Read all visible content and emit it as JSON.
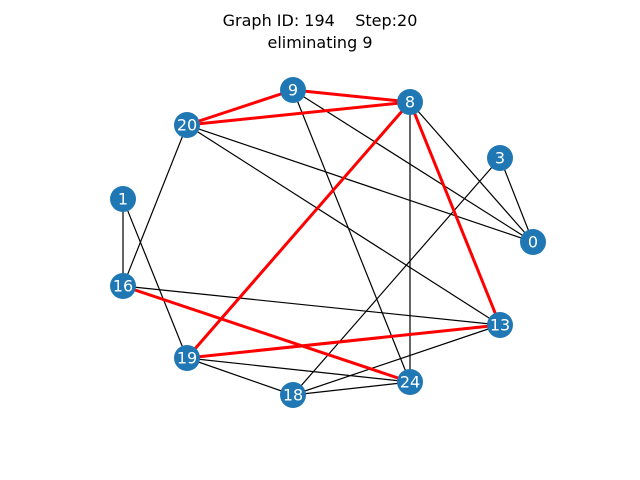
{
  "title": {
    "graph_id": "Graph ID: 194",
    "step": "Step:20",
    "subtitle": "eliminating 9"
  },
  "colors": {
    "node": "#1f77b4",
    "edge": "#000000",
    "highlight": "#ff0000",
    "label": "#ffffff"
  },
  "nodes": [
    {
      "id": "0",
      "label": "0"
    },
    {
      "id": "1",
      "label": "1"
    },
    {
      "id": "3",
      "label": "3"
    },
    {
      "id": "8",
      "label": "8"
    },
    {
      "id": "9",
      "label": "9"
    },
    {
      "id": "13",
      "label": "13"
    },
    {
      "id": "16",
      "label": "16"
    },
    {
      "id": "18",
      "label": "18"
    },
    {
      "id": "19",
      "label": "19"
    },
    {
      "id": "20",
      "label": "20"
    },
    {
      "id": "24",
      "label": "24"
    }
  ],
  "edges": [
    {
      "source": "9",
      "target": "0",
      "highlighted": false
    },
    {
      "source": "9",
      "target": "24",
      "highlighted": false
    },
    {
      "source": "8",
      "target": "0",
      "highlighted": false
    },
    {
      "source": "8",
      "target": "24",
      "highlighted": false
    },
    {
      "source": "20",
      "target": "0",
      "highlighted": false
    },
    {
      "source": "20",
      "target": "13",
      "highlighted": false
    },
    {
      "source": "20",
      "target": "16",
      "highlighted": false
    },
    {
      "source": "3",
      "target": "0",
      "highlighted": false
    },
    {
      "source": "3",
      "target": "18",
      "highlighted": false
    },
    {
      "source": "1",
      "target": "16",
      "highlighted": false
    },
    {
      "source": "1",
      "target": "19",
      "highlighted": false
    },
    {
      "source": "16",
      "target": "13",
      "highlighted": false
    },
    {
      "source": "13",
      "target": "18",
      "highlighted": false
    },
    {
      "source": "19",
      "target": "18",
      "highlighted": false
    },
    {
      "source": "19",
      "target": "24",
      "highlighted": false
    },
    {
      "source": "18",
      "target": "24",
      "highlighted": false
    },
    {
      "source": "9",
      "target": "20",
      "highlighted": true
    },
    {
      "source": "9",
      "target": "8",
      "highlighted": true
    },
    {
      "source": "20",
      "target": "8",
      "highlighted": true
    },
    {
      "source": "8",
      "target": "19",
      "highlighted": true
    },
    {
      "source": "8",
      "target": "13",
      "highlighted": true
    },
    {
      "source": "16",
      "target": "24",
      "highlighted": true
    },
    {
      "source": "19",
      "target": "13",
      "highlighted": true
    }
  ]
}
